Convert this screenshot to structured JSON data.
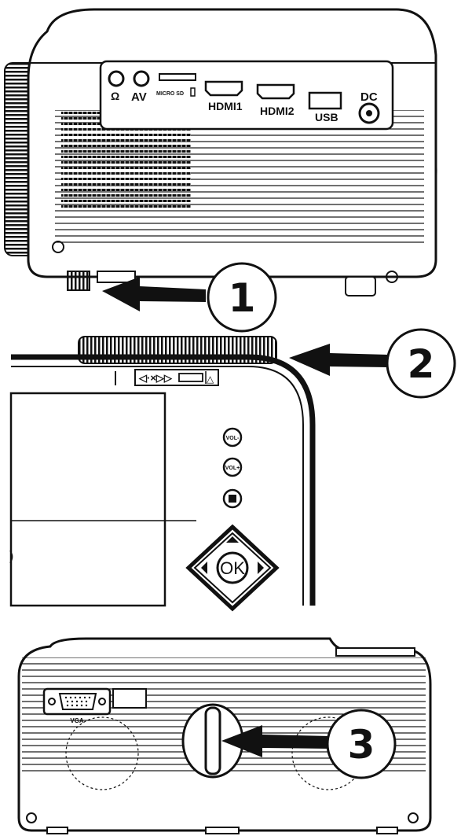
{
  "figure": {
    "top_panel": {
      "ports": {
        "headphone_symbol": "Ω",
        "av": "AV",
        "micro_sd": "MICRO SD",
        "hdmi1": "HDMI1",
        "hdmi2": "HDMI2",
        "usb": "USB",
        "dc": "DC"
      },
      "callout": "1"
    },
    "middle_panel": {
      "strip_label": "◁·×▷▷",
      "strip_symbol": "△",
      "buttons": {
        "vol_minus": "VOL-",
        "vol_plus": "VOL+",
        "ok": "OK"
      },
      "edge_mark": ")",
      "callout": "2"
    },
    "bottom_panel": {
      "vga_label": "VGA",
      "callout": "3"
    }
  },
  "colors": {
    "line": "#111111",
    "background": "#ffffff"
  }
}
